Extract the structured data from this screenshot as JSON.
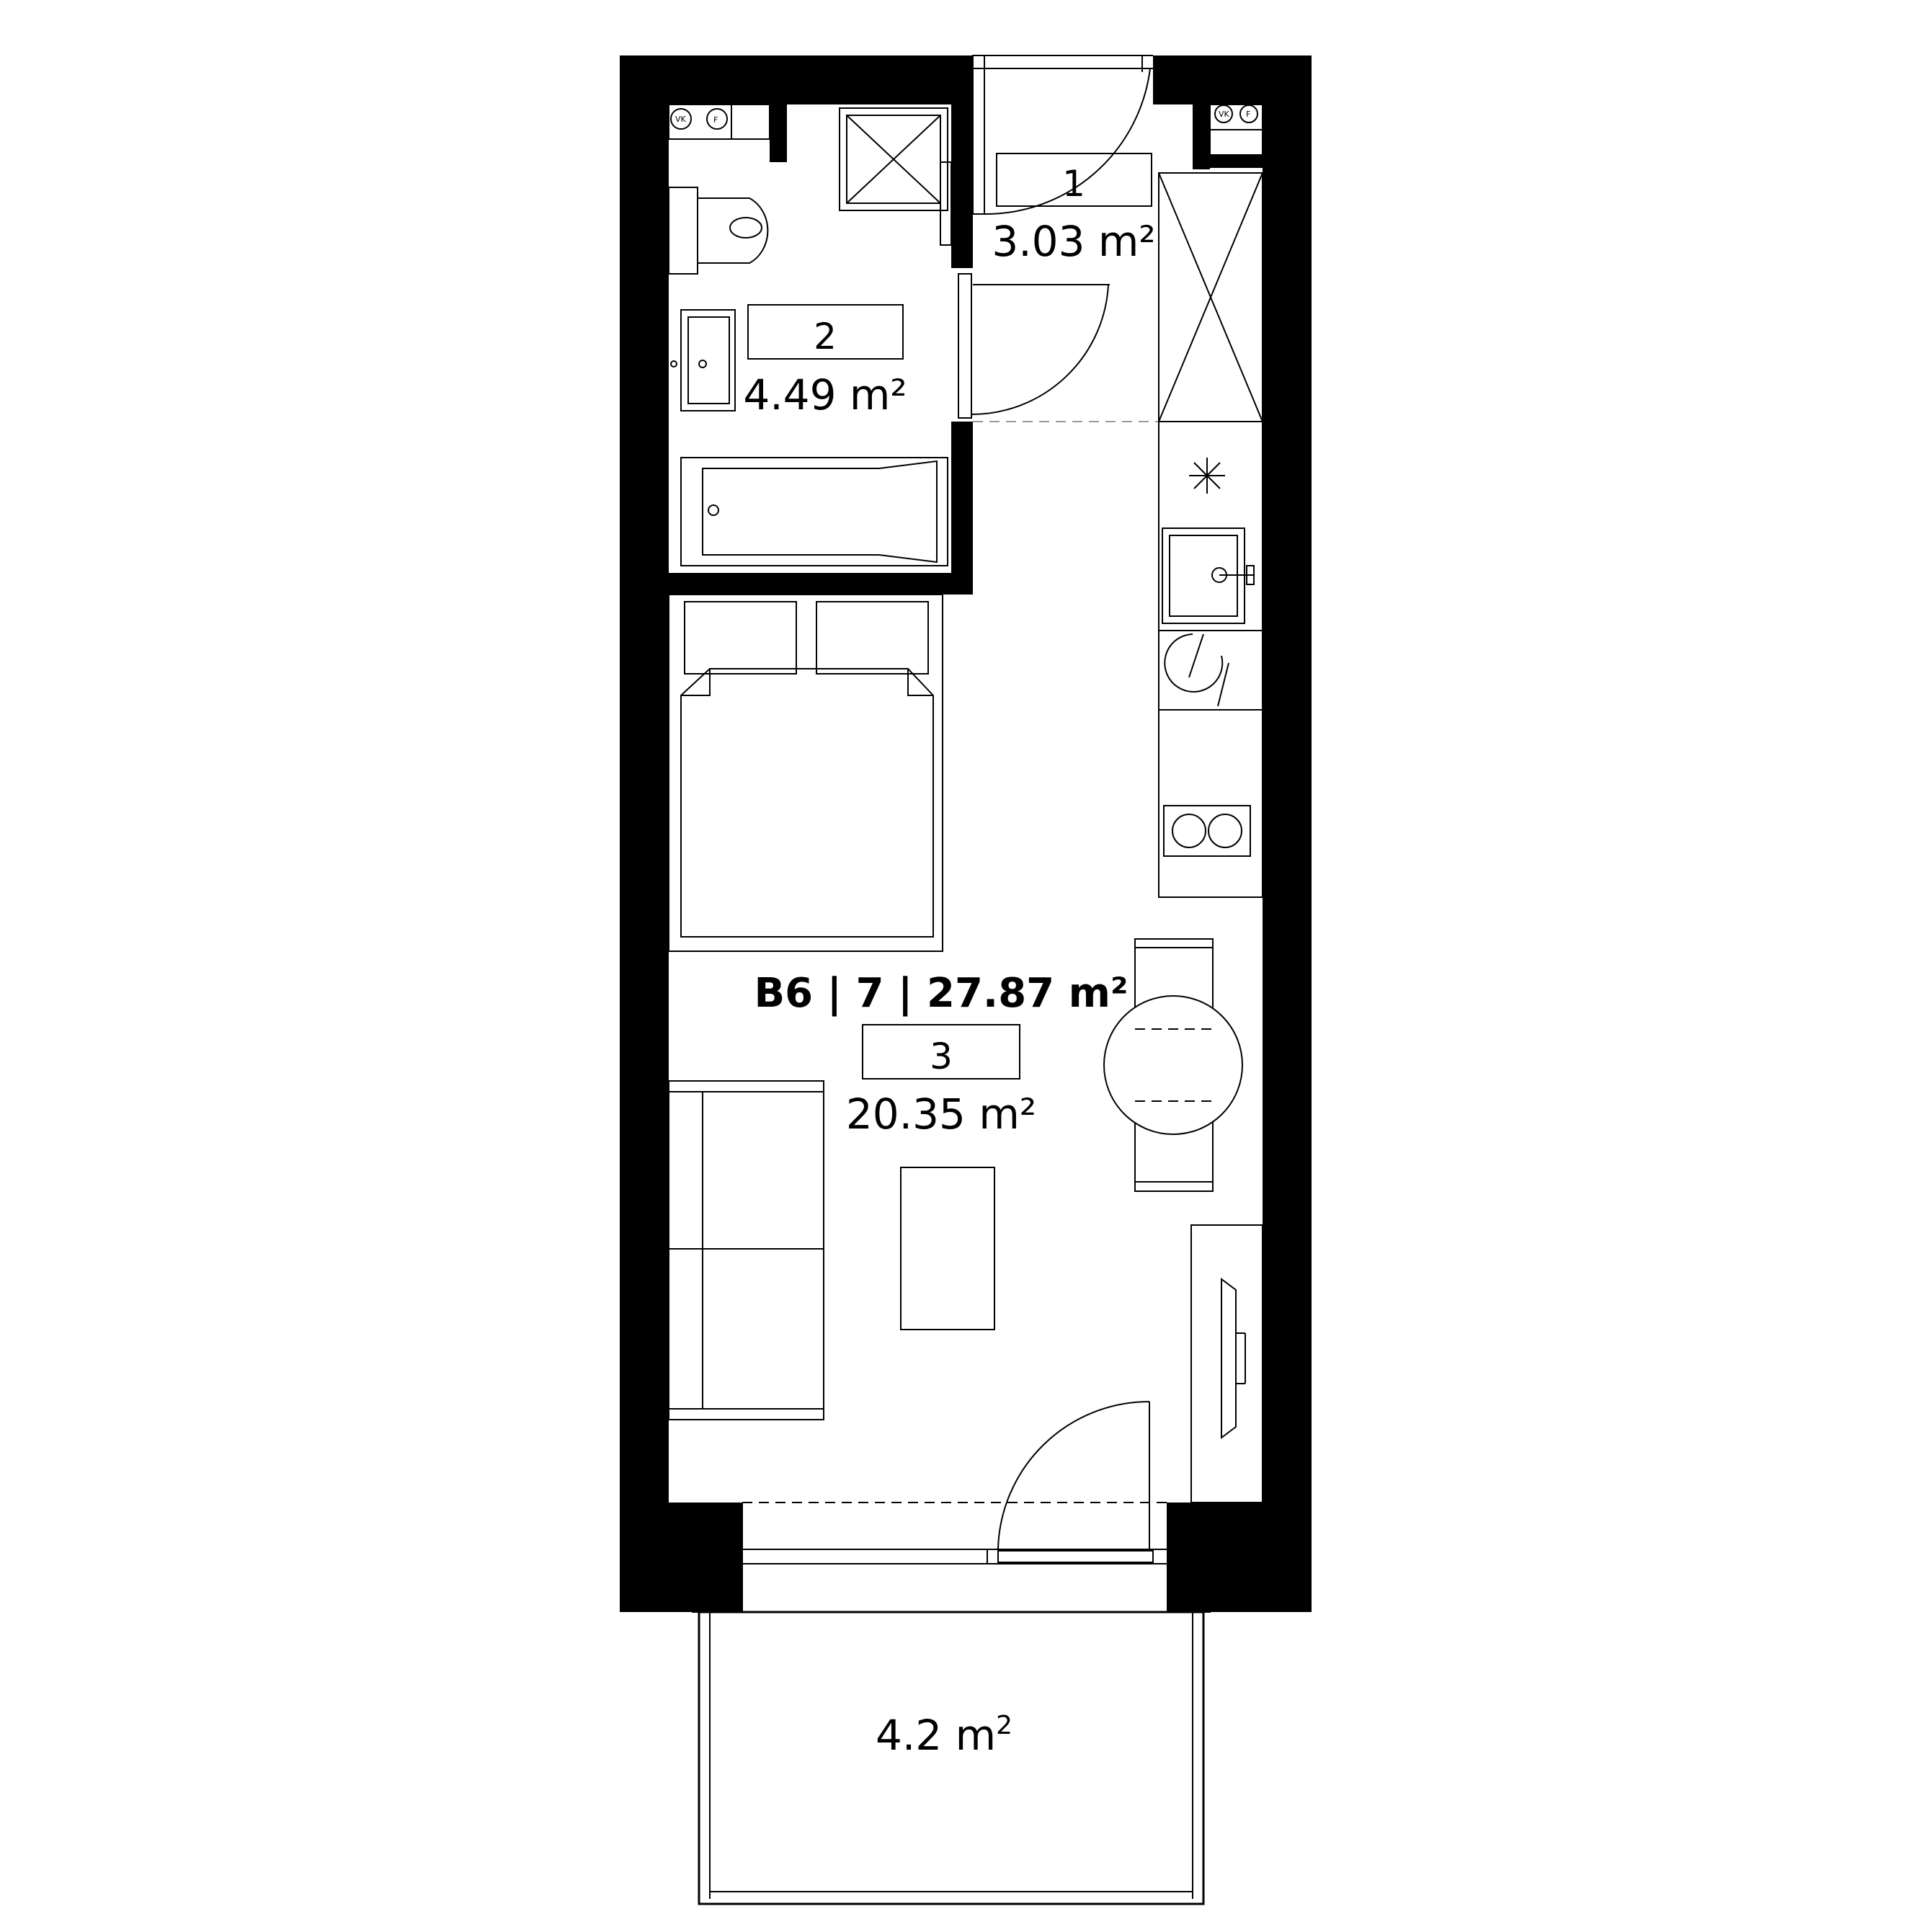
{
  "unit": {
    "title": "B6 | 7 | 27.87 m²"
  },
  "rooms": [
    {
      "number": "1",
      "area": "3.03 m²"
    },
    {
      "number": "2",
      "area": "4.49 m²"
    },
    {
      "number": "3",
      "area": "20.35 m²"
    }
  ],
  "balcony": {
    "area_value": "4.2 m",
    "area_sup": "2"
  },
  "meter_labels": {
    "left_vk": "VK",
    "left_f": "F",
    "right_vk": "VK",
    "right_f": "F"
  }
}
